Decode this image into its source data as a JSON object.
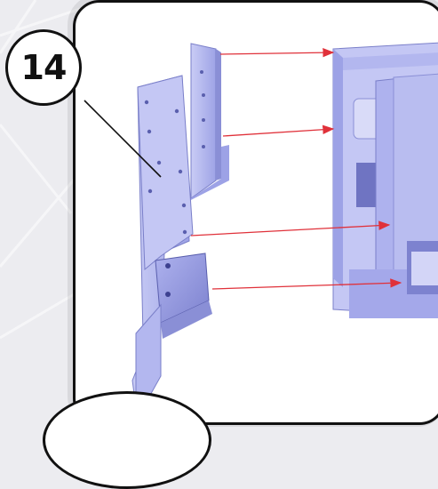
{
  "step": {
    "number": "14"
  },
  "colors": {
    "arrow": "#e0313a",
    "part_fill": "#b9bdf0",
    "part_shade": "#8a8fd6",
    "outline": "#111111",
    "background": "#ececf0"
  },
  "icons": [
    "step-badge",
    "rail-part",
    "bracket-part",
    "assembly-frame",
    "guide-arrow"
  ]
}
